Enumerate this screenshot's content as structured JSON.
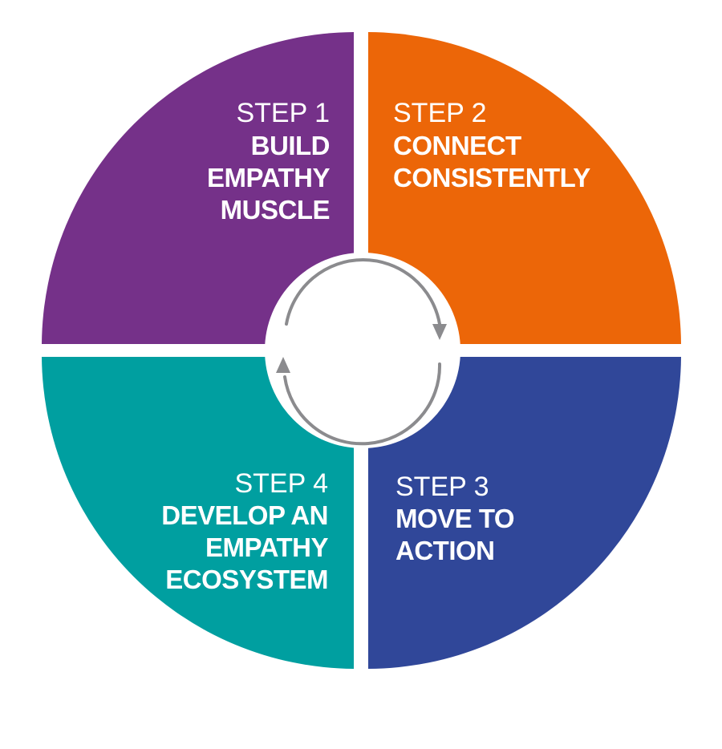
{
  "colors": {
    "step1": "#753189",
    "step2": "#ec6608",
    "step3": "#304799",
    "step4": "#009fa0",
    "cycle_arrow": "#8b8b8e",
    "gap": "#ffffff"
  },
  "steps": [
    {
      "label": "STEP 1",
      "title": [
        "BUILD",
        "EMPATHY",
        "MUSCLE"
      ]
    },
    {
      "label": "STEP 2",
      "title": [
        "CONNECT",
        "CONSISTENTLY"
      ]
    },
    {
      "label": "STEP 3",
      "title": [
        "MOVE TO",
        "ACTION"
      ]
    },
    {
      "label": "STEP 4",
      "title": [
        "DEVELOP AN",
        "EMPATHY",
        "ECOSYSTEM"
      ]
    }
  ],
  "center_icon": "cycle-arrows-icon"
}
